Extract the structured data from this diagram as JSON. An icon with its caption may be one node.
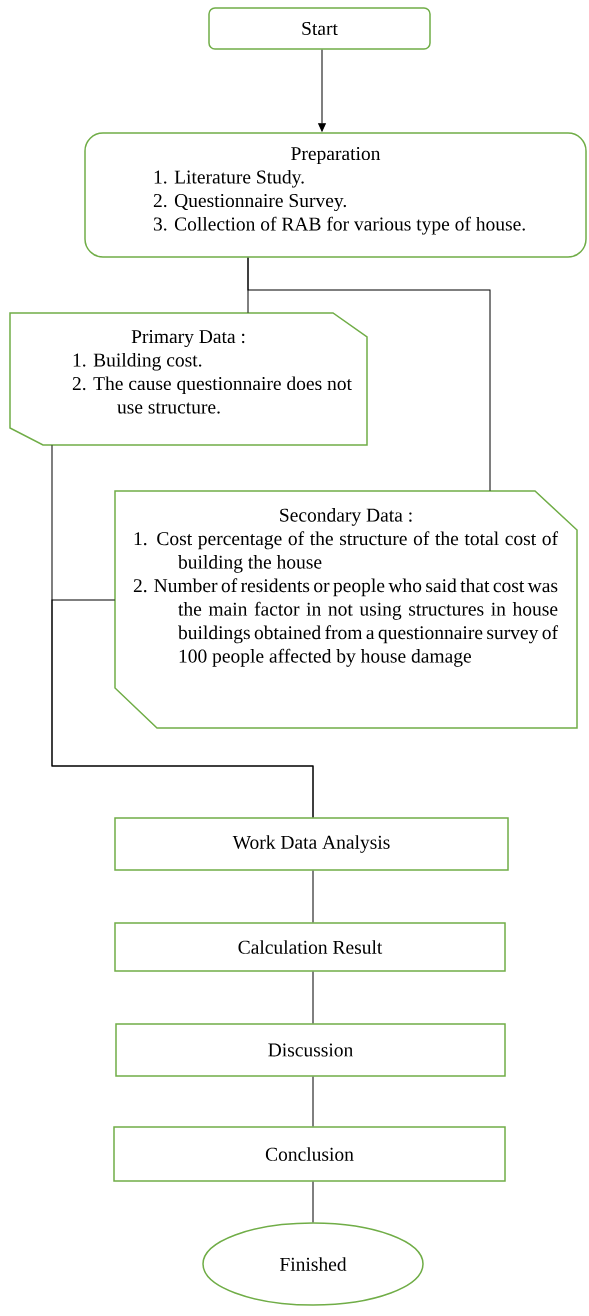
{
  "diagram": {
    "nodes": [
      {
        "text": [
          "Start"
        ]
      },
      {
        "text": [
          "Preparation",
          "1. Literature Study.",
          "2. Questionnaire Survey.",
          "3. Collection of RAB for various type of house."
        ]
      },
      {
        "text": [
          "Primary Data :",
          "1. Building cost.",
          "2. The cause questionnaire does not use structure."
        ]
      },
      {
        "text": [
          "Secondary Data :",
          "1. Cost percentage of the structure of the total cost of building the house",
          "2. Number of residents or people who said that cost was the main factor in not using structures in house buildings obtained from a questionnaire survey of 100 people affected by house damage"
        ]
      },
      {
        "text": [
          "Work Data Analysis"
        ]
      },
      {
        "text": [
          "Calculation Result"
        ]
      },
      {
        "text": [
          "Discussion"
        ]
      },
      {
        "text": [
          "Conclusion"
        ]
      },
      {
        "text": [
          "Finished"
        ]
      }
    ],
    "edges": [
      {
        "from": 0,
        "to": 1,
        "arrow": "to"
      },
      {
        "from": 1,
        "to": 2,
        "arrow": "none"
      },
      {
        "from": 1,
        "to": 3,
        "arrow": "none"
      },
      {
        "from": 2,
        "to": 4,
        "arrow": "none"
      },
      {
        "from": 3,
        "to": 4,
        "arrow": "none"
      },
      {
        "from": 4,
        "to": 5,
        "arrow": "none"
      },
      {
        "from": 5,
        "to": 6,
        "arrow": "none"
      },
      {
        "from": 6,
        "to": 7,
        "arrow": "none"
      },
      {
        "from": 7,
        "to": 8,
        "arrow": "none"
      }
    ]
  }
}
